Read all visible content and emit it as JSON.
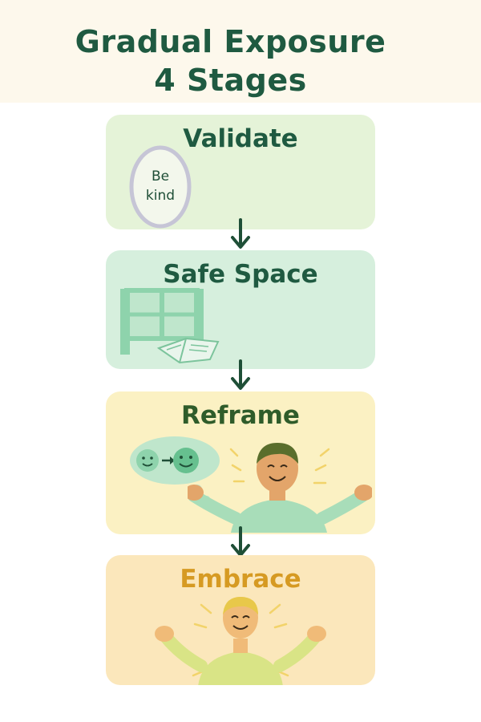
{
  "title": {
    "line1": "Gradual Exposure",
    "line2": "4 Stages"
  },
  "stages": [
    {
      "label": "Validate",
      "color": "#1f5a41",
      "background": "#e5f3d8",
      "illustration": {
        "icon": "be-kind-mirror-icon",
        "text_line1": "Be",
        "text_line2": "kind"
      }
    },
    {
      "label": "Safe Space",
      "color": "#1f5a41",
      "background": "#d6efdd",
      "illustration": {
        "icon": "window-with-book-icon"
      }
    },
    {
      "label": "Reframe",
      "color": "#2f5c2a",
      "background": "#fbf1c3",
      "illustration": {
        "icon": "smiling-person-with-thought-bubble-icon"
      }
    },
    {
      "label": "Embrace",
      "color": "#d69a22",
      "background": "#fbe7bb",
      "illustration": {
        "icon": "cheering-person-icon"
      }
    }
  ],
  "colors": {
    "arrow": "#1f4f37",
    "accent_green": "#8ed3ac",
    "skin": "#e3a56a",
    "hair": "#5a6e2c"
  }
}
